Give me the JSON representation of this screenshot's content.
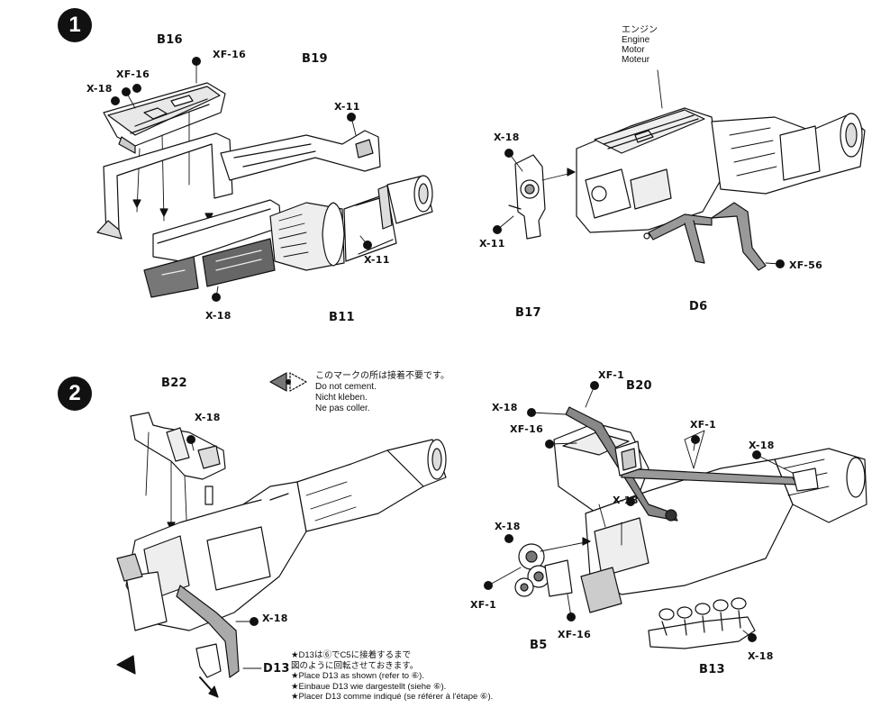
{
  "steps": [
    {
      "number": "1"
    },
    {
      "number": "2"
    }
  ],
  "step1": {
    "left_labels": [
      "B16",
      "XF-16",
      "XF-16",
      "X-18",
      "B19",
      "X-11",
      "X-11",
      "X-18",
      "B11"
    ],
    "right_labels": [
      "X-18",
      "X-11",
      "B17",
      "D6",
      "XF-56"
    ],
    "engine_caption": [
      "エンジン",
      "Engine",
      "Motor",
      "Moteur"
    ]
  },
  "step2": {
    "left_labels": [
      "B22",
      "X-18",
      "X-18",
      "D13"
    ],
    "right_labels": [
      "XF-1",
      "B20",
      "X-18",
      "XF-16",
      "XF-1",
      "X-18",
      "X-18",
      "X-18",
      "XF-1",
      "B5",
      "XF-16",
      "B13",
      "X-18"
    ],
    "legend": [
      "このマークの所は接着不要です。",
      "Do not cement.",
      "Nicht kleben.",
      "Ne pas coller."
    ],
    "note": [
      "★D13は⑥でC5に接着するまで",
      "図のように回転させておきます。",
      "★Place D13 as shown (refer to ⑥).",
      "★Einbaue D13  wie dargestellt (siehe ⑥).",
      "★Placer D13 comme indiqué (se référer à l'étape ⑥)."
    ]
  }
}
